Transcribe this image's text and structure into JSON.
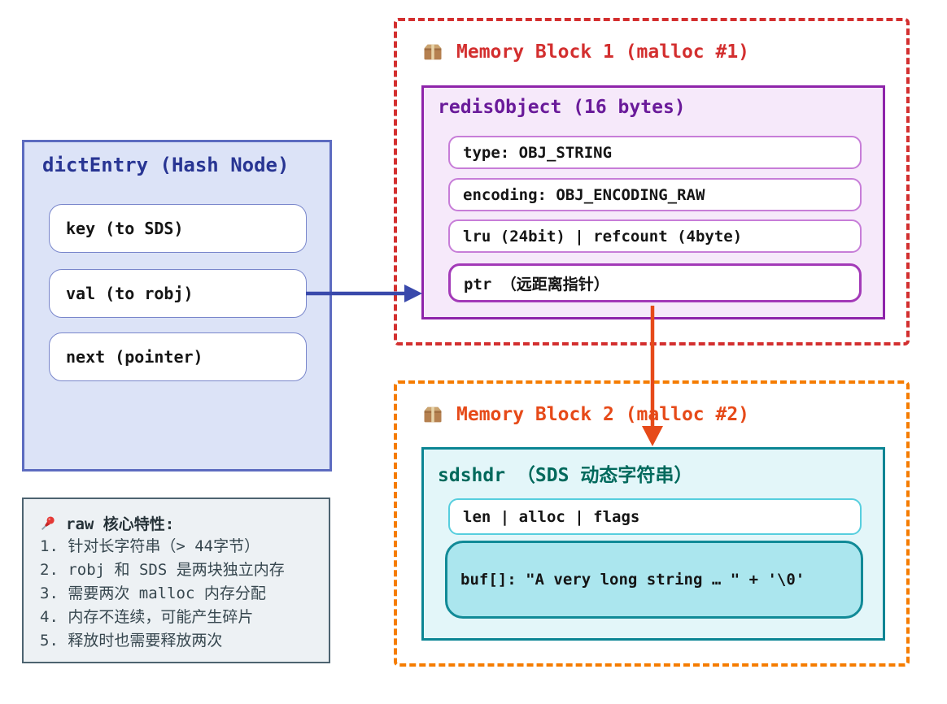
{
  "dict_entry": {
    "title": "dictEntry (Hash Node)",
    "fields": [
      "key (to SDS)",
      "val (to robj)",
      "next (pointer)"
    ]
  },
  "block1": {
    "title": "Memory Block 1 (malloc #1)",
    "icon": "package-icon",
    "redis_object": {
      "title": "redisObject (16 bytes)",
      "fields": [
        "type: OBJ_STRING",
        "encoding: OBJ_ENCODING_RAW",
        "lru (24bit) | refcount (4byte)",
        "ptr （远距离指针）"
      ]
    }
  },
  "block2": {
    "title": "Memory Block 2 (malloc #2)",
    "icon": "package-icon",
    "sdshdr": {
      "title": "sdshdr （SDS 动态字符串）",
      "fields": [
        "len | alloc | flags",
        "buf[]: \"A very long string … \" + '\\0'"
      ]
    }
  },
  "notes": {
    "icon": "pushpin-icon",
    "title": "raw 核心特性:",
    "items": [
      "1. 针对长字符串（> 44字节）",
      "2. robj 和 SDS 是两块独立内存",
      "3. 需要两次 malloc 内存分配",
      "4. 内存不连续，可能产生碎片",
      "5. 释放时也需要释放两次"
    ]
  },
  "colors": {
    "block1_accent": "#d32f2f",
    "block2_dash": "#f57c00",
    "block2_text": "#e64a19",
    "redis_border": "#8e24aa",
    "redis_title": "#6a1b9a",
    "sds_border": "#0b8594",
    "sds_title": "#00695c",
    "dict_border": "#5c6bc0",
    "dict_title": "#283593",
    "arrow_blue": "#3949ab",
    "arrow_orange": "#e64a19"
  }
}
